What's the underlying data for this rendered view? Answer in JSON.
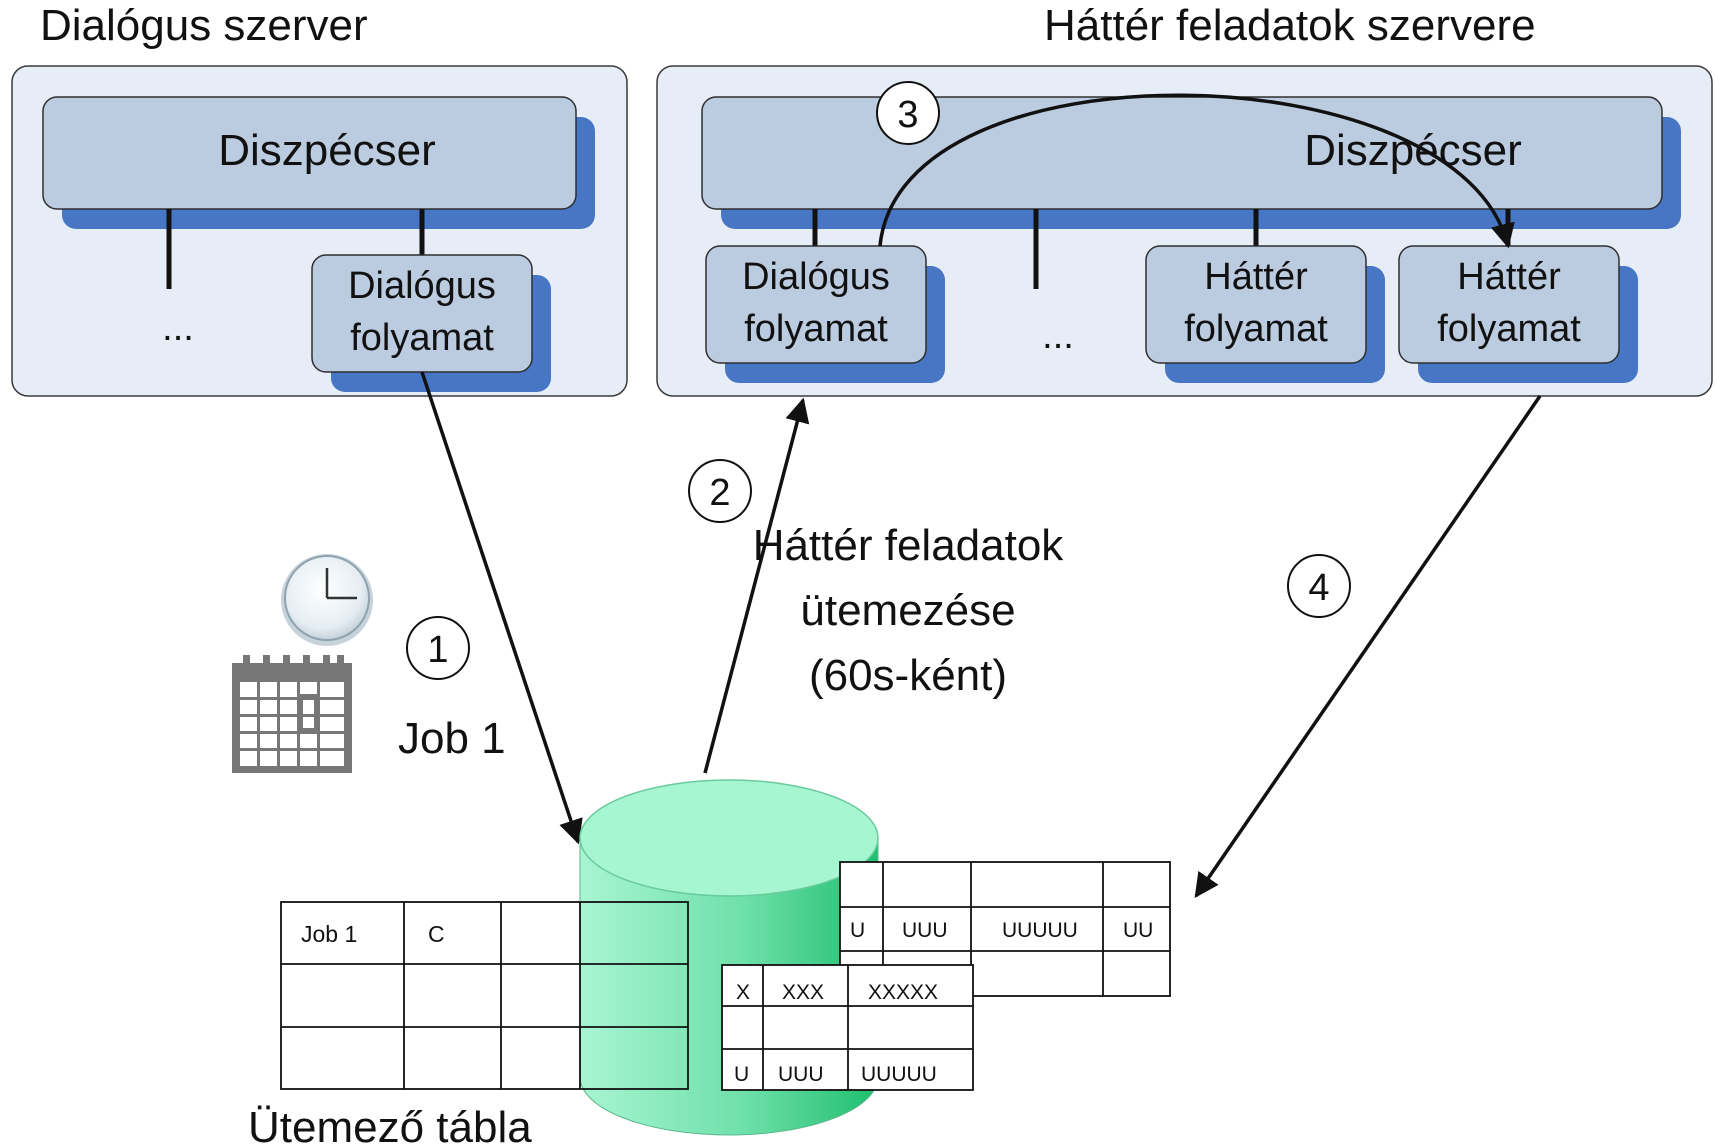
{
  "dialog_server": {
    "title": "Dialógus szerver",
    "dispatcher_label": "Diszpécser",
    "ellipsis": "...",
    "process_line1": "Dialógus",
    "process_line2": "folyamat"
  },
  "background_server": {
    "title": "Háttér feladatok szervere",
    "dispatcher_label": "Diszpécser",
    "dialog_process_line1": "Dialógus",
    "dialog_process_line2": "folyamat",
    "ellipsis": "...",
    "bg_process_line1": "Háttér",
    "bg_process_line2": "folyamat"
  },
  "steps": [
    "1",
    "2",
    "3",
    "4"
  ],
  "scheduling_note": {
    "line1": "Háttér feladatok",
    "line2": "ütemezése",
    "line3": "(60s-ként)"
  },
  "job_label": "Job 1",
  "scheduler_table": {
    "title": "Ütemező tábla",
    "rows": [
      [
        "Job 1",
        "C",
        "",
        ""
      ],
      [
        "",
        "",
        "",
        ""
      ],
      [
        "",
        "",
        "",
        ""
      ]
    ]
  },
  "table_a": {
    "rows": [
      [
        "",
        "",
        "",
        ""
      ],
      [
        "U",
        "UUU",
        "UUUUU",
        "UU"
      ],
      [
        "",
        "",
        "",
        ""
      ]
    ]
  },
  "table_b": {
    "rows": [
      [
        "X",
        "XXX",
        "XXXXX"
      ],
      [
        "",
        "",
        ""
      ],
      [
        "U",
        "UUU",
        "UUUUU"
      ]
    ]
  },
  "icons": [
    "clock-icon",
    "calendar-icon",
    "database-icon"
  ],
  "colors": {
    "panel_fill": "#e7edf7",
    "box_fill": "#bccce0",
    "box_shadow": "#4776c5",
    "database_green": "#5fdca0"
  }
}
